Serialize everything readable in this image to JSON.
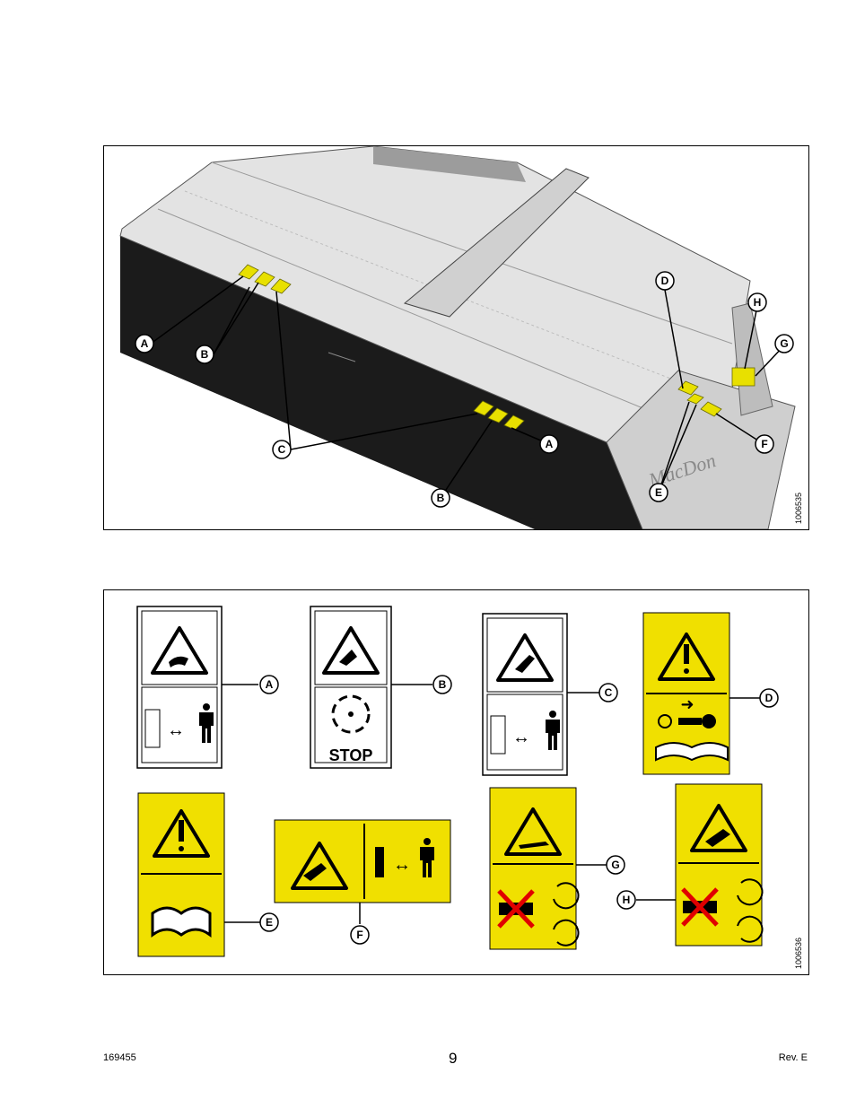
{
  "figure1": {
    "figure_id": "1006535",
    "callouts": [
      "A",
      "B",
      "C",
      "D",
      "E",
      "F",
      "G",
      "H"
    ],
    "brand_text": "MacDon"
  },
  "figure2": {
    "figure_id": "1006536",
    "decals": [
      {
        "label": "A",
        "color": "white",
        "top_symbol": "hand-crush-warning-icon",
        "bottom_symbol": "keep-distance-icon"
      },
      {
        "label": "B",
        "color": "white",
        "top_symbol": "hand-cut-warning-icon",
        "bottom_symbol": "rotating-blades-stop-icon",
        "bottom_text": "STOP"
      },
      {
        "label": "C",
        "color": "white",
        "top_symbol": "thrown-object-warning-icon",
        "bottom_symbol": "keep-distance-icon"
      },
      {
        "label": "D",
        "color": "#f0e000",
        "top_symbol": "exclamation-warning-icon",
        "bottom_symbol": "remove-key-read-manual-icon"
      },
      {
        "label": "E",
        "color": "#f0e000",
        "top_symbol": "exclamation-warning-icon",
        "bottom_symbol": "read-manual-icon"
      },
      {
        "label": "F",
        "color": "#f0e000",
        "top_symbol": "hand-entanglement-warning-icon",
        "bottom_symbol": "keep-distance-icon"
      },
      {
        "label": "G",
        "color": "#f0e000",
        "top_symbol": "body-entanglement-warning-icon",
        "bottom_symbol": "no-hands-rollers-icon"
      },
      {
        "label": "H",
        "color": "#f0e000",
        "top_symbol": "hand-entanglement-warning-icon",
        "bottom_symbol": "no-hands-rollers-icon"
      }
    ]
  },
  "footer": {
    "doc_number": "169455",
    "page_number": "9",
    "revision": "Rev.  E"
  }
}
